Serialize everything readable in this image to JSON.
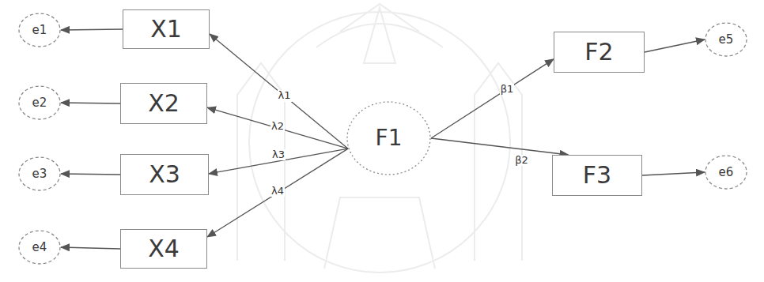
{
  "diagram": {
    "nodes": [
      {
        "text": [
          "e1"
        ]
      },
      {
        "text": [
          "X1"
        ]
      },
      {
        "text": [
          "e2"
        ]
      },
      {
        "text": [
          "X2"
        ]
      },
      {
        "text": [
          "e3"
        ]
      },
      {
        "text": [
          "X3"
        ]
      },
      {
        "text": [
          "e4"
        ]
      },
      {
        "text": [
          "X4"
        ]
      },
      {
        "text": [
          "F1"
        ]
      },
      {
        "text": [
          "F2"
        ]
      },
      {
        "text": [
          "e5"
        ]
      },
      {
        "text": [
          "F3"
        ]
      },
      {
        "text": [
          "e6"
        ]
      }
    ],
    "edges": [
      {
        "from": 1,
        "to": 0,
        "arrow": "to"
      },
      {
        "from": 3,
        "to": 2,
        "arrow": "to"
      },
      {
        "from": 5,
        "to": 4,
        "arrow": "to"
      },
      {
        "from": 7,
        "to": 6,
        "arrow": "to"
      },
      {
        "from": 8,
        "to": 1,
        "label": "λ1",
        "arrow": "to"
      },
      {
        "from": 8,
        "to": 3,
        "label": "λ2",
        "arrow": "to"
      },
      {
        "from": 8,
        "to": 5,
        "label": "λ3",
        "arrow": "to"
      },
      {
        "from": 8,
        "to": 7,
        "label": "λ4",
        "arrow": "to"
      },
      {
        "from": 8,
        "to": 9,
        "label": "β1",
        "arrow": "to"
      },
      {
        "from": 8,
        "to": 11,
        "label": "β2",
        "arrow": "to"
      },
      {
        "from": 9,
        "to": 10,
        "arrow": "to"
      },
      {
        "from": 11,
        "to": 12,
        "arrow": "to"
      }
    ]
  }
}
